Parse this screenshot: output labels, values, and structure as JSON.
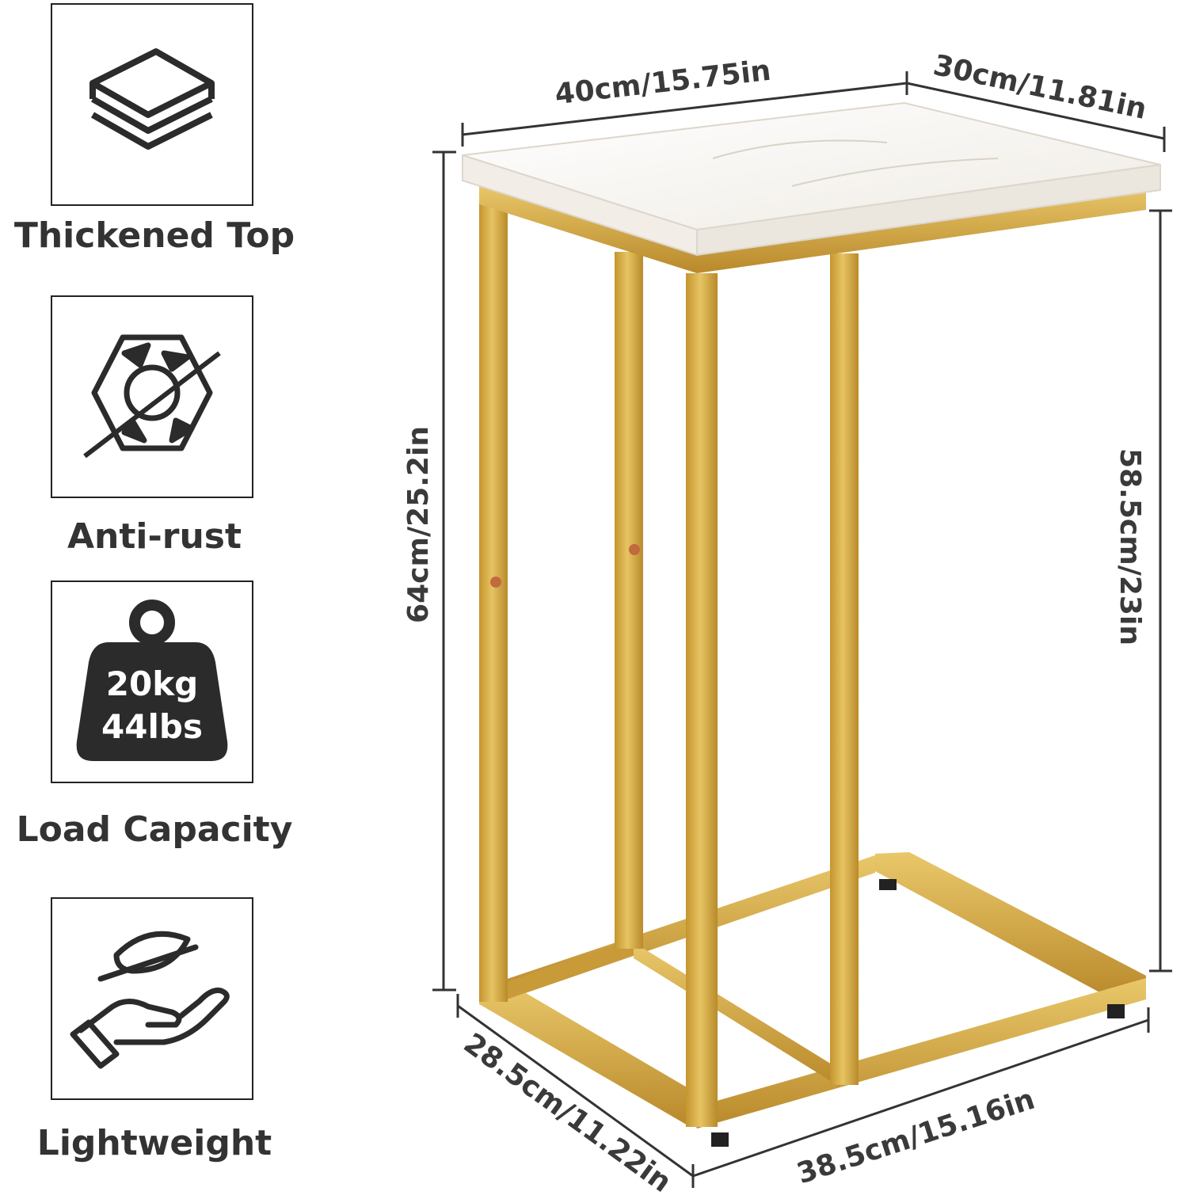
{
  "features": [
    {
      "label": "Thickened Top",
      "icon": "layers-icon"
    },
    {
      "label": "Anti-rust",
      "icon": "anti-rust-icon"
    },
    {
      "label": "Load Capacity",
      "icon": "weight-icon",
      "weight_line1": "20kg",
      "weight_line2": "44lbs"
    },
    {
      "label": "Lightweight",
      "icon": "hand-feather-icon"
    }
  ],
  "dimensions": {
    "top_width": "40cm/15.75in",
    "top_depth": "30cm/11.81in",
    "total_height": "64cm/25.2in",
    "inner_height": "58.5cm/23in",
    "base_depth": "28.5cm/11.22in",
    "base_width": "38.5cm/15.16in"
  },
  "colors": {
    "gold": "#d4a93c",
    "gold_dark": "#b8882a",
    "marble": "#f6f3ee",
    "icon_dark": "#2b2b2b"
  }
}
